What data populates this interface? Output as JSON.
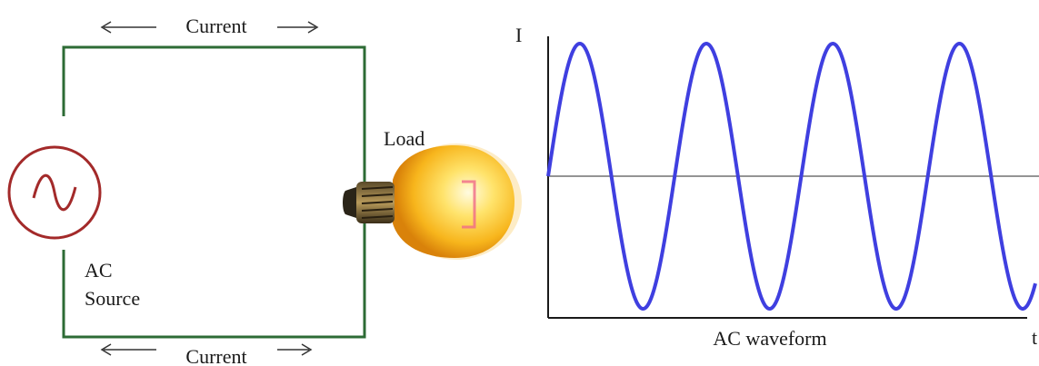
{
  "circuit": {
    "current_top": "Current",
    "current_bottom": "Current",
    "source_label_line1": "AC",
    "source_label_line2": "Source",
    "load_label": "Load",
    "wire_color": "#2d6b35",
    "source_color": "#a32a2a"
  },
  "waveform": {
    "y_axis_label": "I",
    "x_axis_label": "t",
    "caption": "AC waveform",
    "wave_color": "#3f3fe0",
    "axis_color": "#1a1a1a",
    "cycles": 3.85,
    "start_phase_deg": 0
  }
}
